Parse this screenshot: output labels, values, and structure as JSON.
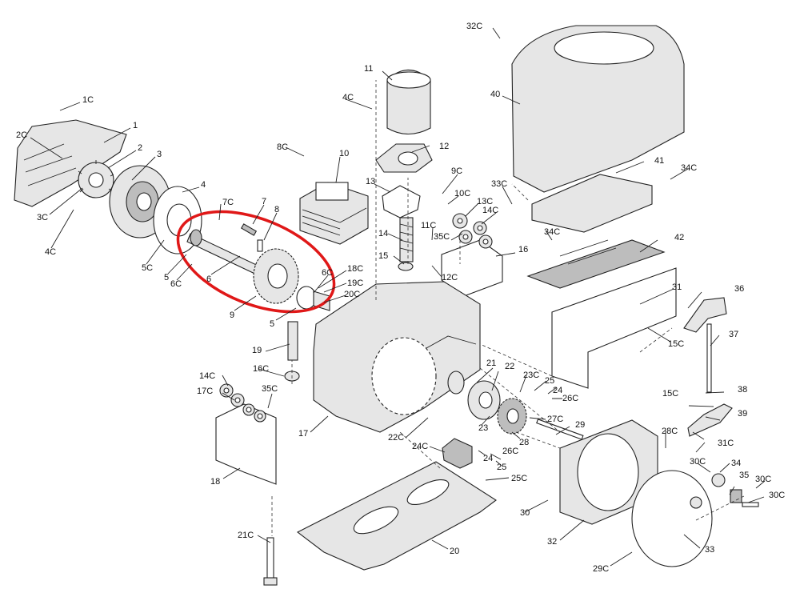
{
  "highlight_color": "#e01818",
  "labels": {
    "l1C": "1C",
    "l1": "1",
    "l2C": "2C",
    "l2": "2",
    "l3": "3",
    "l3C": "3C",
    "l4C_left": "4C",
    "l4": "4",
    "l5C": "5C",
    "l5a": "5",
    "l6C": "6C",
    "l6": "6",
    "l7C": "7C",
    "l7": "7",
    "l8": "8",
    "l9": "9",
    "l5b": "5",
    "l18C": "18C",
    "l19C": "19C",
    "l20C": "20C",
    "l6C_right": "6C",
    "l8C": "8C",
    "l10": "10",
    "l4C_top": "4C",
    "l11": "11",
    "l12": "12",
    "l13": "13",
    "l9C": "9C",
    "l10C": "10C",
    "l13C": "13C",
    "l14C_top": "14C",
    "l11C": "11C",
    "l35C_top": "35C",
    "l14": "14",
    "l15": "15",
    "l12C": "12C",
    "l16": "16",
    "l32C": "32C",
    "l40": "40",
    "l33C": "33C",
    "l41": "41",
    "l34C_right": "34C",
    "l34C_mid": "34C",
    "l42": "42",
    "l31": "31",
    "l36": "36",
    "l15C_right": "15C",
    "l37": "37",
    "l15C_low": "15C",
    "l38": "38",
    "l39": "39",
    "l31C": "31C",
    "l19": "19",
    "l16C": "16C",
    "l14C_low": "14C",
    "l17C": "17C",
    "l35C_low": "35C",
    "l17": "17",
    "l18": "18",
    "l21": "21",
    "l22": "22",
    "l23C": "23C",
    "l25a": "25",
    "l24a": "24",
    "l26C_a": "26C",
    "l27C": "27C",
    "l23": "23",
    "l28": "28",
    "l22C": "22C",
    "l24C": "24C",
    "l24b": "24",
    "l26C_b": "26C",
    "l25b": "25",
    "l25C": "25C",
    "l29": "29",
    "l28C": "28C",
    "l30C_a": "30C",
    "l34": "34",
    "l35": "35",
    "l30C_b": "30C",
    "l30C_c": "30C",
    "l30": "30",
    "l32": "32",
    "l33": "33",
    "l29C": "29C",
    "l20": "20",
    "l21C": "21C"
  }
}
